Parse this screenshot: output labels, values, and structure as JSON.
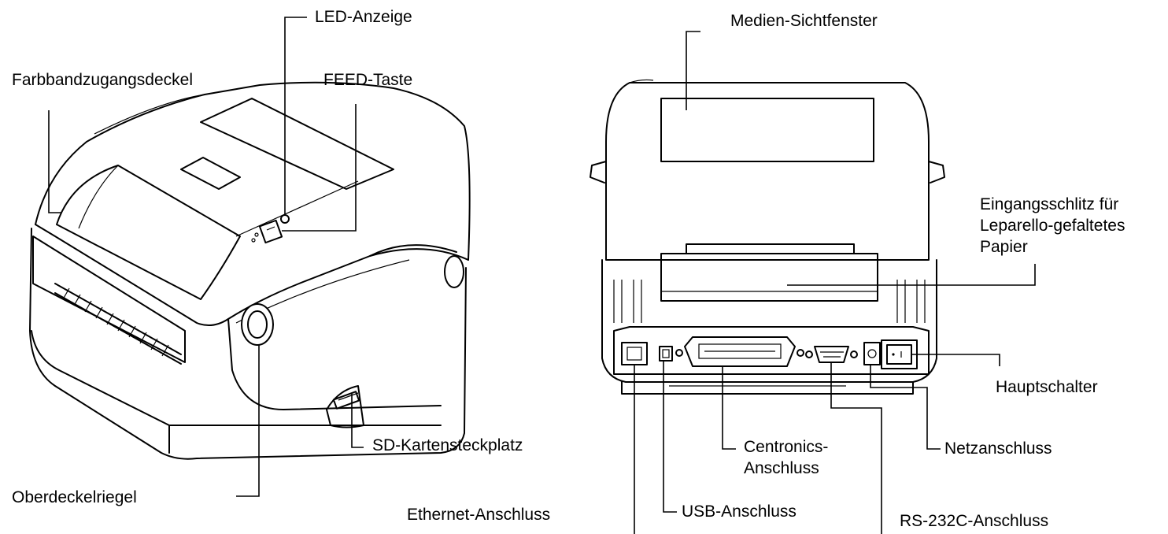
{
  "labels": {
    "led": "LED-Anzeige",
    "ribbon_cover": "Farbbandzugangsdeckel",
    "feed": "FEED-Taste",
    "sd_slot": "SD-Kartensteckplatz",
    "top_latch": "Oberdeckelriegel",
    "media_window": "Medien-Sichtfenster",
    "fanfold_1": "Eingangsschlitz für",
    "fanfold_2": "Leparello-gefaltetes",
    "fanfold_3": "Papier",
    "power_switch": "Hauptschalter",
    "power_jack": "Netzanschluss",
    "centronics_1": "Centronics-",
    "centronics_2": "Anschluss",
    "ethernet": "Ethernet-Anschluss",
    "usb": "USB-Anschluss",
    "rs232": "RS-232C-Anschluss"
  },
  "colors": {
    "line": "#000000",
    "background": "#ffffff"
  }
}
